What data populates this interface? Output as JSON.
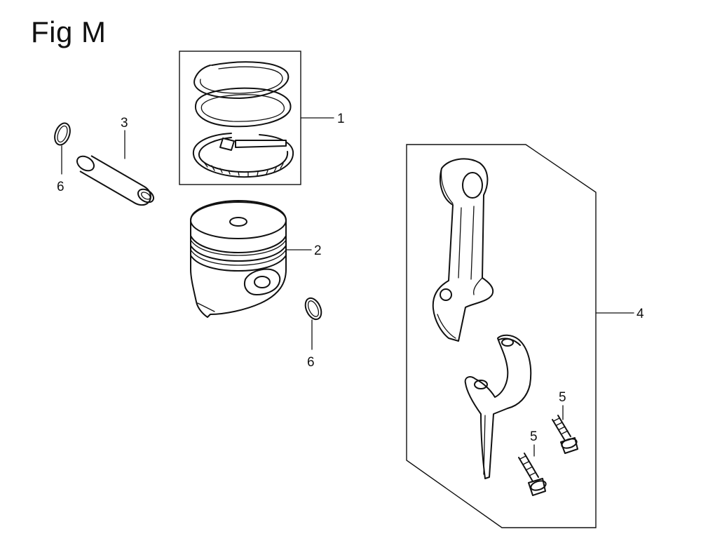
{
  "figure": {
    "title": "Fig M"
  },
  "callouts": {
    "piston_rings": "1",
    "piston": "2",
    "piston_pin": "3",
    "connecting_rod_assembly": "4",
    "rod_bolt_upper": "5",
    "rod_bolt_lower": "5",
    "pin_clip_left": "6",
    "pin_clip_right": "6"
  }
}
